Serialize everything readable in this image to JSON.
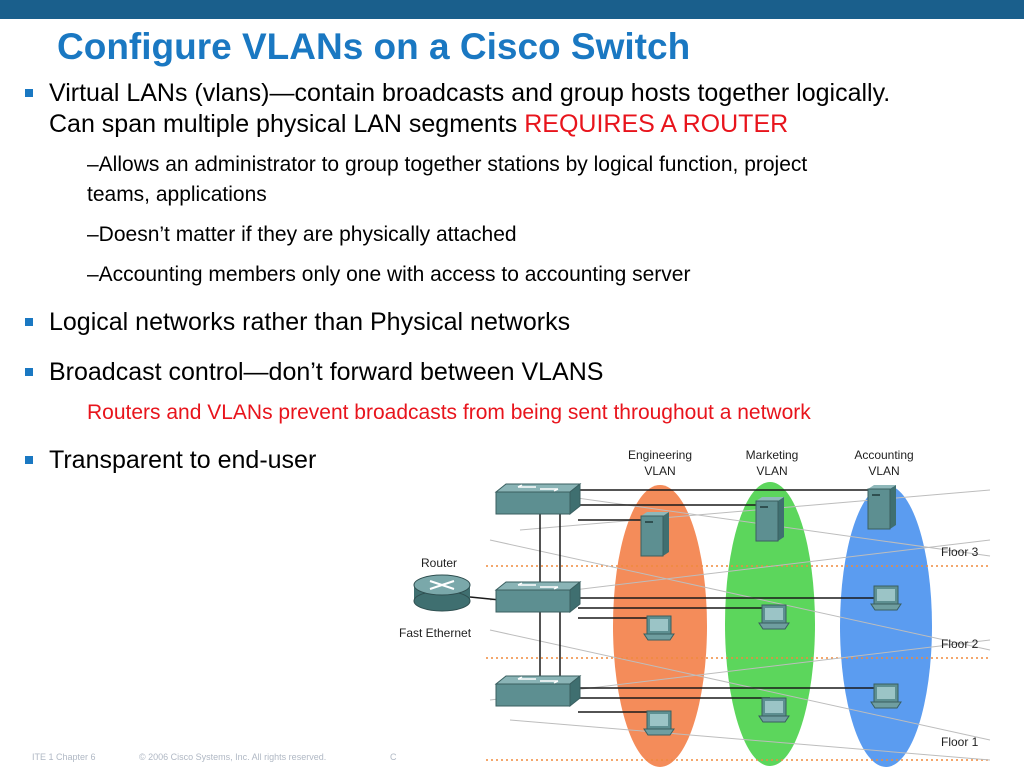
{
  "title": "Configure VLANs on a Cisco Switch",
  "bullets": {
    "b1_line1": "Virtual LANs (vlans)—contain broadcasts and group hosts together logically.",
    "b1_line2": "Can span multiple physical LAN segments ",
    "b1_red": "REQUIRES A ROUTER",
    "sub1_line1": "–Allows an administrator to group together stations by logical function, project",
    "sub1_line2": "teams, applications",
    "sub2": "–Doesn’t matter if they are physically attached",
    "sub3": "–Accounting members only one with access to accounting server",
    "b2": "Logical networks rather than Physical networks",
    "b3": "Broadcast control—don’t forward between VLANS",
    "b3_red": "Routers and VLANs prevent broadcasts from being sent throughout a network",
    "b4": "Transparent to end-user"
  },
  "diagram": {
    "eng_line1": "Engineering",
    "eng_line2": "VLAN",
    "mkt_line1": "Marketing",
    "mkt_line2": "VLAN",
    "acct_line1": "Accounting",
    "acct_line2": "VLAN",
    "router": "Router",
    "fast_ethernet": "Fast Ethernet",
    "floor3": "Floor 3",
    "floor2": "Floor 2",
    "floor1": "Floor 1",
    "colors": {
      "engineering": "#f48c5a",
      "marketing": "#5cd65c",
      "accounting": "#5b9cf0",
      "device": "#5d8f91"
    }
  },
  "footer": {
    "chapter": "ITE 1 Chapter 6",
    "copyright": "© 2006 Cisco Systems, Inc. All rights reserved.",
    "cut": "C"
  }
}
